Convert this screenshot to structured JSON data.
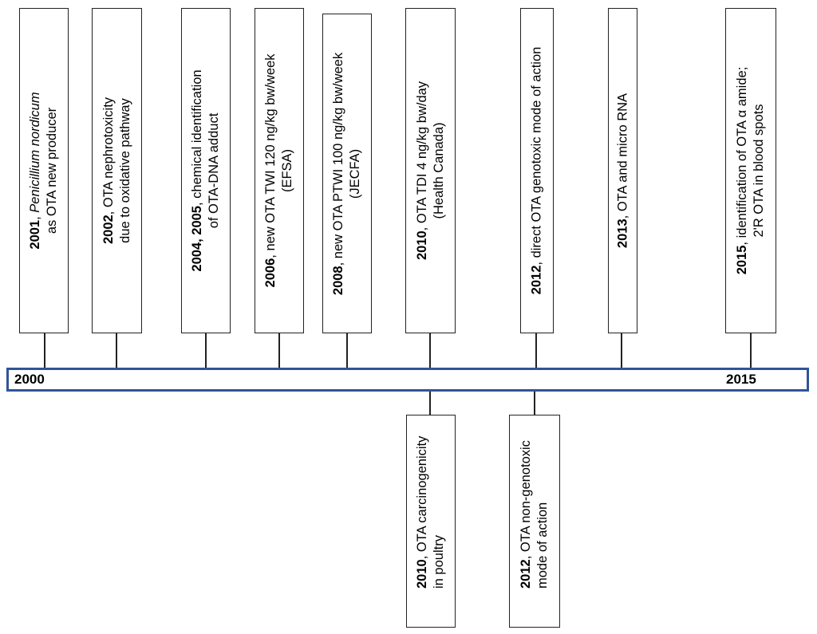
{
  "axis": {
    "start": "2000",
    "end": "2015",
    "color": "#2f5597"
  },
  "events_top": [
    {
      "year": "2001",
      "lines": [
        [
          {
            "t": ", "
          },
          {
            "t": "Penicillium nordicum",
            "italic": true
          }
        ],
        [
          {
            "t": "as OTA new producer"
          }
        ]
      ]
    },
    {
      "year": "2002",
      "lines": [
        [
          {
            "t": ", OTA nephrotoxicity"
          }
        ],
        [
          {
            "t": "due to oxidative pathway"
          }
        ]
      ]
    },
    {
      "year": "2004, 2005",
      "lines": [
        [
          {
            "t": ", chemical identification"
          }
        ],
        [
          {
            "t": "of OTA-DNA adduct"
          }
        ]
      ]
    },
    {
      "year": "2006",
      "lines": [
        [
          {
            "t": ", new OTA TWI 120 ng/kg bw/week"
          }
        ],
        [
          {
            "t": "(EFSA)"
          }
        ]
      ]
    },
    {
      "year": "2008",
      "lines": [
        [
          {
            "t": ", new OTA PTWI 100 ng/kg bw/week"
          }
        ],
        [
          {
            "t": "(JECFA)"
          }
        ]
      ]
    },
    {
      "year": "2010",
      "lines": [
        [
          {
            "t": ", OTA TDI 4 ng/kg bw/day"
          }
        ],
        [
          {
            "t": "(Health Canada)"
          }
        ]
      ]
    },
    {
      "year": "2012",
      "lines": [
        [
          {
            "t": ", direct OTA genotoxic mode of action"
          }
        ]
      ]
    },
    {
      "year": "2013",
      "lines": [
        [
          {
            "t": ", OTA and micro RNA"
          }
        ]
      ]
    },
    {
      "year": "2015",
      "lines": [
        [
          {
            "t": ", identification of  OTA  α amide;"
          }
        ],
        [
          {
            "t": "2'R OTA in blood spots"
          }
        ]
      ]
    }
  ],
  "events_bottom": [
    {
      "year": "2010",
      "lines": [
        [
          {
            "t": ", OTA  carcinogenicity"
          }
        ],
        [
          {
            "t": "in poultry"
          }
        ]
      ]
    },
    {
      "year": "2012",
      "lines": [
        [
          {
            "t": ", OTA non-genotoxic"
          }
        ],
        [
          {
            "t": "mode of action"
          }
        ]
      ]
    }
  ]
}
